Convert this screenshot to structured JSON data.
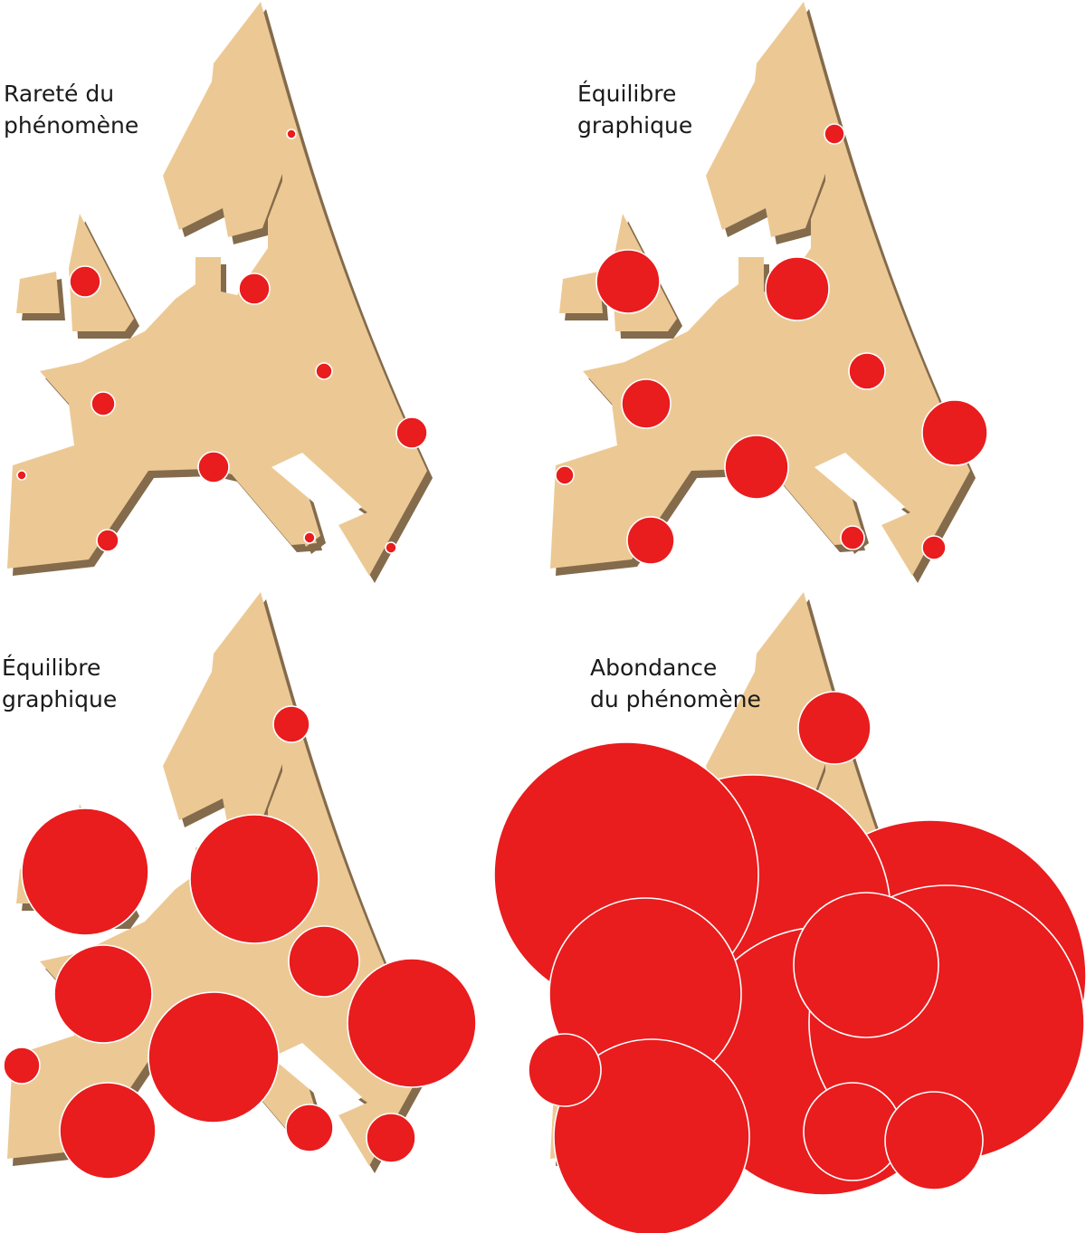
{
  "colors": {
    "land": "#ecc994",
    "land_shadow": "#846b4c",
    "symbol": "#e91c1e",
    "symbol_stroke": "#ffffff",
    "text": "#1a1a1a"
  },
  "panels": [
    {
      "id": "rarete",
      "title_lines": [
        "Rareté du",
        "phénomène"
      ],
      "symbol_size": "very-small"
    },
    {
      "id": "equilibre-1",
      "title_lines": [
        "Équilibre",
        "graphique"
      ],
      "symbol_size": "small"
    },
    {
      "id": "equilibre-2",
      "title_lines": [
        "Équilibre",
        "graphique"
      ],
      "symbol_size": "large"
    },
    {
      "id": "abondance",
      "title_lines": [
        "Abondance",
        "du phénomène"
      ],
      "symbol_size": "very-large"
    }
  ]
}
